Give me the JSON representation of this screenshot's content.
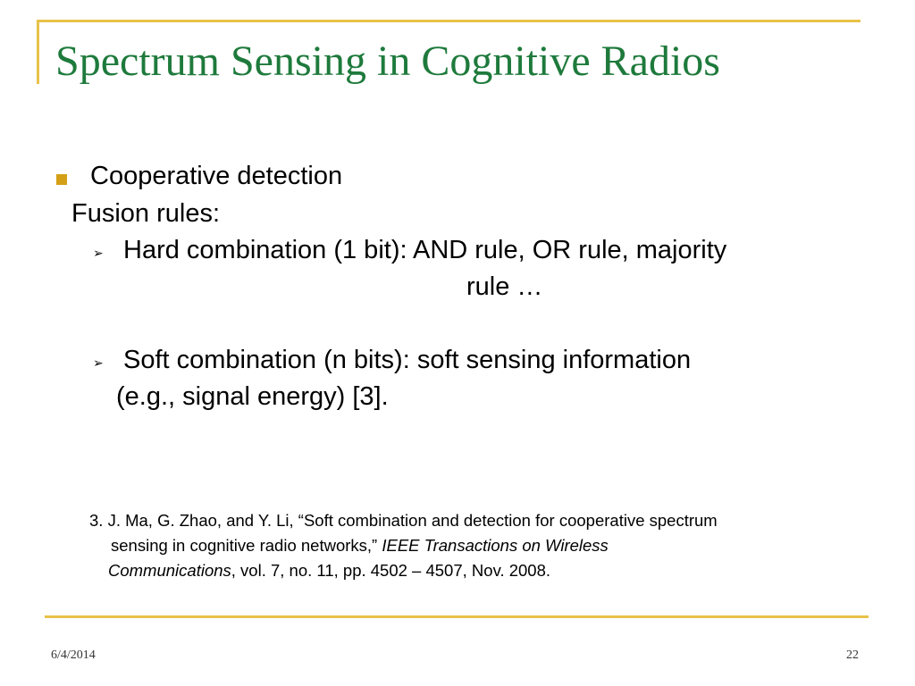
{
  "slide": {
    "title": "Spectrum Sensing in Cognitive Radios",
    "accent_color": "#E8C24A",
    "title_color": "#1E7A3C",
    "bullet_color": "#D4A017"
  },
  "content": {
    "main_bullet": "Cooperative detection",
    "sub_heading": "Fusion rules:",
    "items": [
      {
        "icon": "arrow-bullet-icon",
        "line1": "Hard combination (1 bit): AND rule, OR rule, majority",
        "line2": "rule …"
      },
      {
        "icon": "arrow-bullet-icon",
        "line1": "Soft combination (n bits): soft sensing information",
        "line2": "(e.g., signal energy) [3]."
      }
    ]
  },
  "reference": {
    "line1": "3. J. Ma, G. Zhao, and Y. Li, “Soft combination and detection for cooperative spectrum",
    "line2_plain": "sensing in cognitive radio networks,” ",
    "line2_italic": "IEEE Transactions on Wireless",
    "line3_italic": "Communications",
    "line3_plain": ", vol. 7, no. 11, pp. 4502 – 4507, Nov. 2008."
  },
  "footer": {
    "date": "6/4/2014",
    "page_number": "22"
  }
}
